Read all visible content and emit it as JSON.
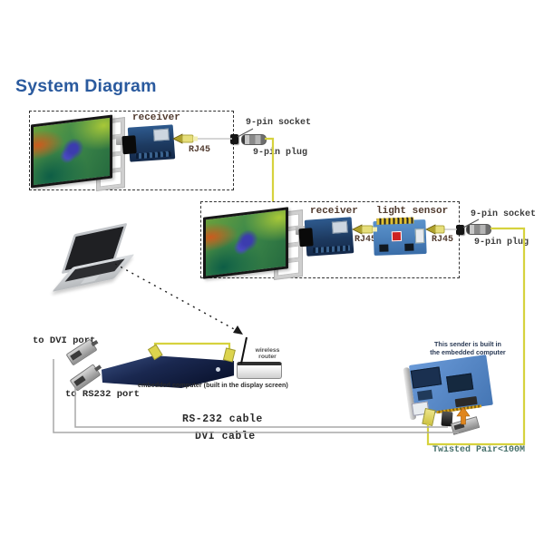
{
  "title": "System Diagram",
  "colors": {
    "title_blue": "#2a5a9e",
    "cable_yellow": "#d6d23e",
    "twisted_pair_teal": "#47706a",
    "pcb_blue": "#4576b4"
  },
  "screen1": {
    "receiver": "receiver",
    "rj45": "RJ45",
    "socket": "9-pin socket",
    "plug": "9-pin plug"
  },
  "screen2": {
    "receiver": "receiver",
    "light_sensor": "light sensor",
    "rj45_receiver": "RJ45",
    "rj45_sensor": "RJ45",
    "socket": "9-pin socket",
    "plug": "9-pin plug"
  },
  "computer": {
    "to_dvi_port": "to DVI port",
    "to_rs232_port": "to RS232 port",
    "embedded_label": "embedded computer (built in the display screen)",
    "router_line1": "wireless",
    "router_line2": "router"
  },
  "cables": {
    "rs232": "RS-232 cable",
    "dvi": "DVI cable",
    "twisted_pair": "Twisted Pair<100M"
  },
  "sender": {
    "note_line1": "This sender is built in",
    "note_line2": "the embedded computer"
  }
}
